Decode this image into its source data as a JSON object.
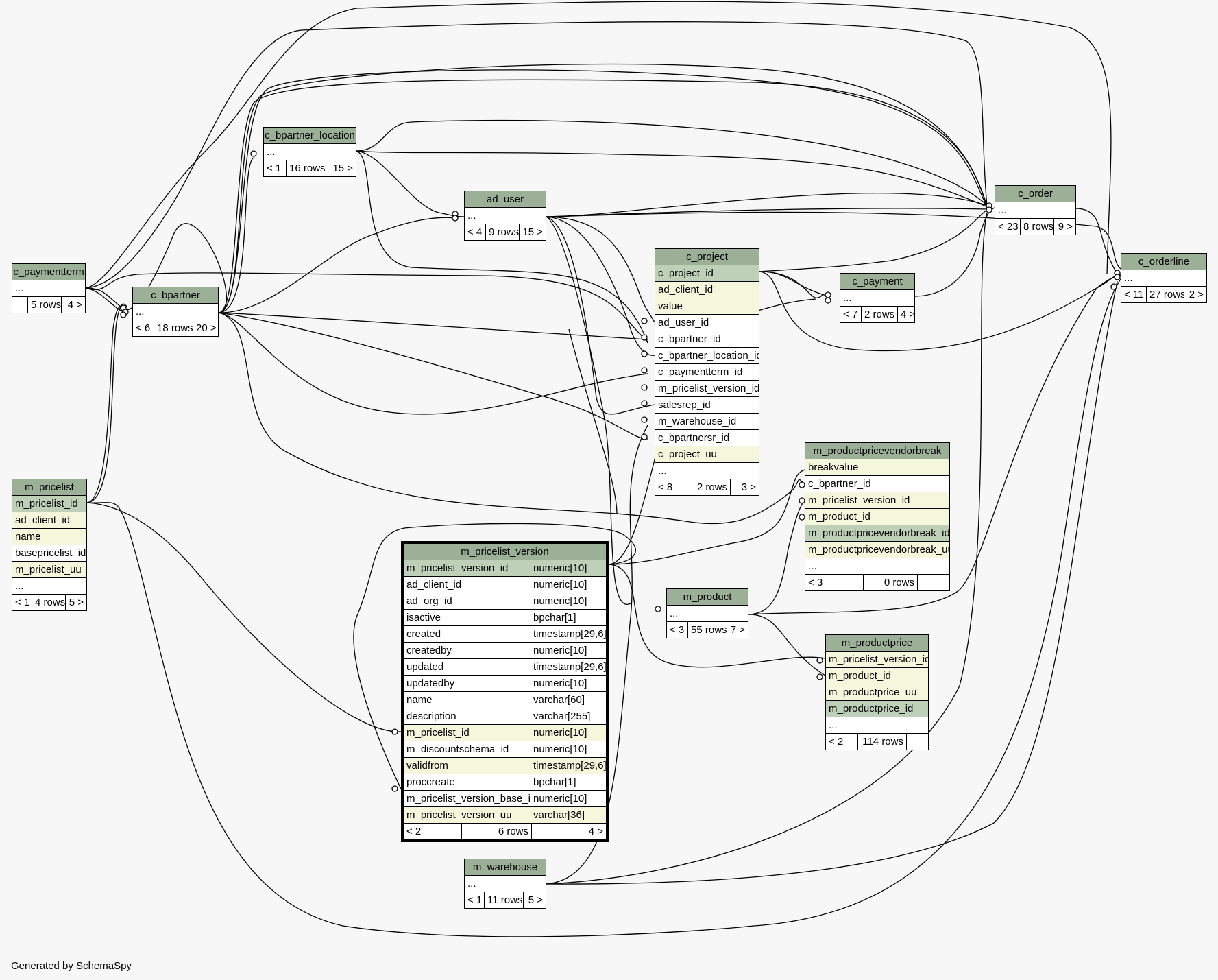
{
  "footer_text": "Generated by SchemaSpy",
  "colors": {
    "background": "#f7f7f7",
    "header": "#9caf97",
    "primary_key_row": "#bfd0b8",
    "foreign_key_row": "#f4f7dc",
    "plain_row": "#ffffff",
    "edge": "#000000"
  },
  "tables": [
    {
      "id": "c_bpartner_location",
      "title": "c_bpartner_location",
      "rows": [
        {
          "name": "...",
          "kind": "plain"
        }
      ],
      "footer": {
        "parents": "< 1",
        "rows": "16 rows",
        "children": "15 >"
      }
    },
    {
      "id": "ad_user",
      "title": "ad_user",
      "rows": [
        {
          "name": "...",
          "kind": "plain"
        }
      ],
      "footer": {
        "parents": "< 4",
        "rows": "9 rows",
        "children": "15 >"
      }
    },
    {
      "id": "c_order",
      "title": "c_order",
      "rows": [
        {
          "name": "...",
          "kind": "plain"
        }
      ],
      "footer": {
        "parents": "< 23",
        "rows": "8 rows",
        "children": "9 >"
      }
    },
    {
      "id": "c_orderline",
      "title": "c_orderline",
      "rows": [
        {
          "name": "...",
          "kind": "plain"
        }
      ],
      "footer": {
        "parents": "< 11",
        "rows": "27 rows",
        "children": "2 >"
      }
    },
    {
      "id": "c_paymentterm",
      "title": "c_paymentterm",
      "rows": [
        {
          "name": "...",
          "kind": "plain"
        }
      ],
      "footer": {
        "parents": "",
        "rows": "5 rows",
        "children": "4 >"
      }
    },
    {
      "id": "c_bpartner",
      "title": "c_bpartner",
      "rows": [
        {
          "name": "...",
          "kind": "plain"
        }
      ],
      "footer": {
        "parents": "< 6",
        "rows": "18 rows",
        "children": "20 >"
      }
    },
    {
      "id": "c_project",
      "title": "c_project",
      "rows": [
        {
          "name": "c_project_id",
          "kind": "pk"
        },
        {
          "name": "ad_client_id",
          "kind": "fk"
        },
        {
          "name": "value",
          "kind": "fk"
        },
        {
          "name": "ad_user_id",
          "kind": "plain"
        },
        {
          "name": "c_bpartner_id",
          "kind": "plain"
        },
        {
          "name": "c_bpartner_location_id",
          "kind": "plain"
        },
        {
          "name": "c_paymentterm_id",
          "kind": "plain"
        },
        {
          "name": "m_pricelist_version_id",
          "kind": "plain"
        },
        {
          "name": "salesrep_id",
          "kind": "plain"
        },
        {
          "name": "m_warehouse_id",
          "kind": "plain"
        },
        {
          "name": "c_bpartnersr_id",
          "kind": "plain"
        },
        {
          "name": "c_project_uu",
          "kind": "fk"
        },
        {
          "name": "...",
          "kind": "plain"
        }
      ],
      "footer": {
        "parents": "< 8",
        "rows": "2 rows",
        "children": "3 >"
      }
    },
    {
      "id": "c_payment",
      "title": "c_payment",
      "rows": [
        {
          "name": "...",
          "kind": "plain"
        }
      ],
      "footer": {
        "parents": "< 7",
        "rows": "2 rows",
        "children": "4 >"
      }
    },
    {
      "id": "m_pricelist",
      "title": "m_pricelist",
      "rows": [
        {
          "name": "m_pricelist_id",
          "kind": "pk"
        },
        {
          "name": "ad_client_id",
          "kind": "fk"
        },
        {
          "name": "name",
          "kind": "fk"
        },
        {
          "name": "basepricelist_id",
          "kind": "plain"
        },
        {
          "name": "m_pricelist_uu",
          "kind": "fk"
        },
        {
          "name": "...",
          "kind": "plain"
        }
      ],
      "footer": {
        "parents": "< 1",
        "rows": "4 rows",
        "children": "5 >"
      }
    },
    {
      "id": "m_productpricevendorbreak",
      "title": "m_productpricevendorbreak",
      "rows": [
        {
          "name": "breakvalue",
          "kind": "fk"
        },
        {
          "name": "c_bpartner_id",
          "kind": "plain"
        },
        {
          "name": "m_pricelist_version_id",
          "kind": "fk"
        },
        {
          "name": "m_product_id",
          "kind": "fk"
        },
        {
          "name": "m_productpricevendorbreak_id",
          "kind": "pk"
        },
        {
          "name": "m_productpricevendorbreak_uu",
          "kind": "fk"
        },
        {
          "name": "...",
          "kind": "plain"
        }
      ],
      "footer": {
        "parents": "< 3",
        "rows": "0 rows",
        "children": ""
      }
    },
    {
      "id": "m_pricelist_version",
      "title": "m_pricelist_version",
      "focus": true,
      "rows": [
        {
          "name": "m_pricelist_version_id",
          "type": "numeric[10]",
          "kind": "pk"
        },
        {
          "name": "ad_client_id",
          "type": "numeric[10]",
          "kind": "plain"
        },
        {
          "name": "ad_org_id",
          "type": "numeric[10]",
          "kind": "plain"
        },
        {
          "name": "isactive",
          "type": "bpchar[1]",
          "kind": "plain"
        },
        {
          "name": "created",
          "type": "timestamp[29,6]",
          "kind": "plain"
        },
        {
          "name": "createdby",
          "type": "numeric[10]",
          "kind": "plain"
        },
        {
          "name": "updated",
          "type": "timestamp[29,6]",
          "kind": "plain"
        },
        {
          "name": "updatedby",
          "type": "numeric[10]",
          "kind": "plain"
        },
        {
          "name": "name",
          "type": "varchar[60]",
          "kind": "plain"
        },
        {
          "name": "description",
          "type": "varchar[255]",
          "kind": "plain"
        },
        {
          "name": "m_pricelist_id",
          "type": "numeric[10]",
          "kind": "fk"
        },
        {
          "name": "m_discountschema_id",
          "type": "numeric[10]",
          "kind": "plain"
        },
        {
          "name": "validfrom",
          "type": "timestamp[29,6]",
          "kind": "fk"
        },
        {
          "name": "proccreate",
          "type": "bpchar[1]",
          "kind": "plain"
        },
        {
          "name": "m_pricelist_version_base_id",
          "type": "numeric[10]",
          "kind": "plain"
        },
        {
          "name": "m_pricelist_version_uu",
          "type": "varchar[36]",
          "kind": "fk"
        }
      ],
      "footer": {
        "parents": "< 2",
        "rows": "6 rows",
        "children": "4 >"
      }
    },
    {
      "id": "m_product",
      "title": "m_product",
      "rows": [
        {
          "name": "...",
          "kind": "plain"
        }
      ],
      "footer": {
        "parents": "< 3",
        "rows": "55 rows",
        "children": "7 >"
      }
    },
    {
      "id": "m_productprice",
      "title": "m_productprice",
      "rows": [
        {
          "name": "m_pricelist_version_id",
          "kind": "fk"
        },
        {
          "name": "m_product_id",
          "kind": "fk"
        },
        {
          "name": "m_productprice_uu",
          "kind": "fk"
        },
        {
          "name": "m_productprice_id",
          "kind": "pk"
        },
        {
          "name": "...",
          "kind": "plain"
        }
      ],
      "footer": {
        "parents": "< 2",
        "rows": "114 rows",
        "children": ""
      }
    },
    {
      "id": "m_warehouse",
      "title": "m_warehouse",
      "rows": [
        {
          "name": "...",
          "kind": "plain"
        }
      ],
      "footer": {
        "parents": "< 1",
        "rows": "11 rows",
        "children": "5 >"
      }
    }
  ]
}
